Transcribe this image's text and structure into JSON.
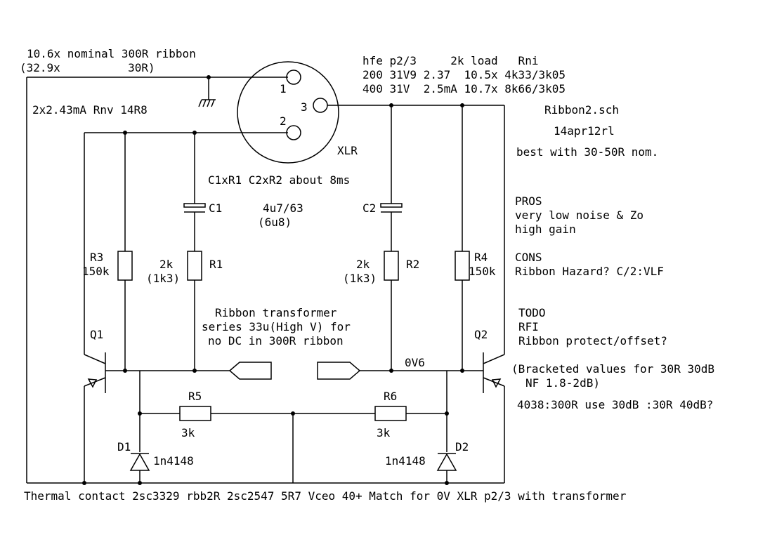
{
  "notes": {
    "ribbon_line1": "10.6x nominal 300R ribbon",
    "ribbon_line2": "(32.9x          30R)",
    "bias": "2x2.43mA Rnv 14R8",
    "hfe_header": "hfe p2/3     2k load   Rni",
    "hfe_row1": "200 31V9 2.37  10.5x 4k33/3k05",
    "hfe_row2": "400 31V  2.5mA 10.7x 8k66/3k05",
    "filename": "Ribbon2.sch",
    "date": "14apr12rl",
    "best": "best with 30-50R nom.",
    "time_const": "C1xR1 C2xR2 about 8ms",
    "cap_value": "4u7/63",
    "cap_value_alt": "(6u8)",
    "pros_title": "PROS",
    "pros_1": "very low noise & Zo",
    "pros_2": "high gain",
    "cons_title": "CONS",
    "cons_1": "Ribbon Hazard? C/2:VLF",
    "todo_title": "TODO",
    "todo_1": "RFI",
    "todo_2": "Ribbon protect/offset?",
    "transformer_1": "Ribbon transformer",
    "transformer_2": "series 33u(High V) for",
    "transformer_3": "no DC in 300R ribbon",
    "bracket_1": "(Bracketed values for 30R 30dB",
    "bracket_2": "NF 1.8-2dB)",
    "note_4038": "4038:300R use 30dB :30R 40dB?",
    "footer": "Thermal contact 2sc3329 rbb2R 2sc2547 5R7 Vceo 40+ Match for 0V XLR p2/3 with transformer"
  },
  "connector": {
    "name": "XLR",
    "pin1": "1",
    "pin2": "2",
    "pin3": "3"
  },
  "components": {
    "r3_name": "R3",
    "r3_value": "150k",
    "r4_name": "R4",
    "r4_value": "150k",
    "r1_name": "R1",
    "r1_value": "2k",
    "r1_alt": "(1k3)",
    "r2_name": "R2",
    "r2_value": "2k",
    "r2_alt": "(1k3)",
    "c1_name": "C1",
    "c2_name": "C2",
    "r5_name": "R5",
    "r5_value": "3k",
    "r6_name": "R6",
    "r6_value": "3k",
    "q1_name": "Q1",
    "q2_name": "Q2",
    "d1_name": "D1",
    "d1_value": "1n4148",
    "d2_name": "D2",
    "d2_value": "1n4148",
    "node_0v6": "0V6"
  }
}
